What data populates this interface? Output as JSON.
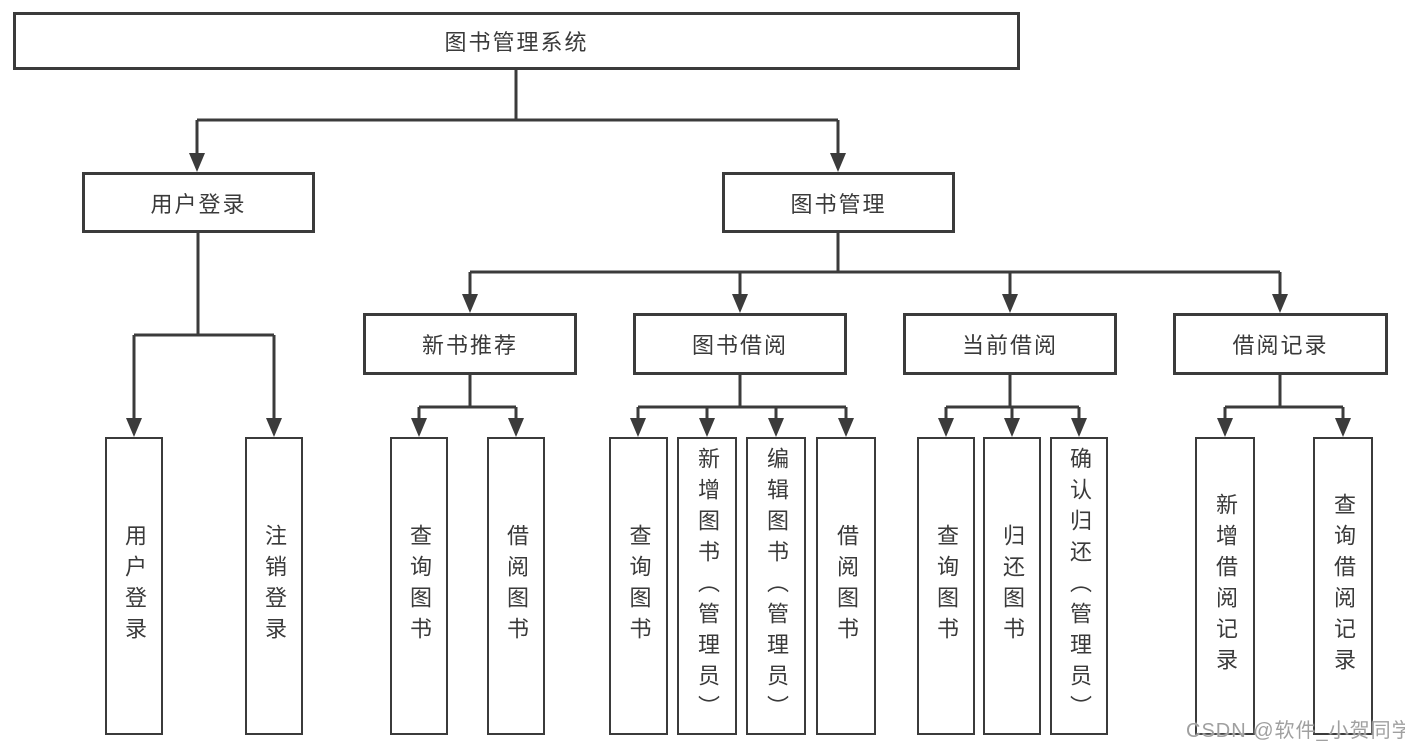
{
  "title": "图书管理系统",
  "watermark": "CSDN @软件_小贺同学",
  "colors": {
    "line": "#3b3b3b",
    "box_border": "#3b3b3b",
    "box_background": "#ffffff",
    "text": "#3a3a3a",
    "watermark_text": "#a0a0a0",
    "page_background": "#ffffff"
  },
  "tree": {
    "label": "图书管理系统",
    "children": [
      {
        "label": "用户登录",
        "children": [
          {
            "label": "用户登录"
          },
          {
            "label": "注销登录"
          }
        ]
      },
      {
        "label": "图书管理",
        "children": [
          {
            "label": "新书推荐",
            "children": [
              {
                "label": "查询图书"
              },
              {
                "label": "借阅图书"
              }
            ]
          },
          {
            "label": "图书借阅",
            "children": [
              {
                "label": "查询图书"
              },
              {
                "label": "新增图书（管理员）"
              },
              {
                "label": "编辑图书（管理员）"
              },
              {
                "label": "借阅图书"
              }
            ]
          },
          {
            "label": "当前借阅",
            "children": [
              {
                "label": "查询图书"
              },
              {
                "label": "归还图书"
              },
              {
                "label": "确认归还（管理员）"
              }
            ]
          },
          {
            "label": "借阅记录",
            "children": [
              {
                "label": "新增借阅记录"
              },
              {
                "label": "查询借阅记录"
              }
            ]
          }
        ]
      }
    ]
  }
}
